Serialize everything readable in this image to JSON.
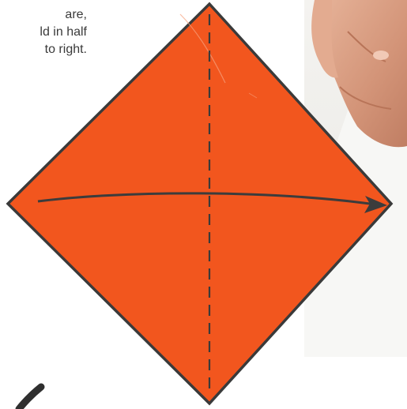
{
  "instruction": {
    "lines": [
      "are,",
      "ld in half",
      "to right."
    ]
  },
  "colors": {
    "paper_orange": "#f2561e",
    "outline": "#3a3a3a",
    "arrow": "#3c3c3c",
    "background": "#ffffff",
    "photo_background": "#f0f0ee",
    "skin": "#d9a184"
  },
  "icons": {
    "fold_arrow": "arrow-right-curved-icon",
    "valley_fold_line": "dashed-fold-line",
    "hand_photo": "hand-holding-paper-photo"
  }
}
